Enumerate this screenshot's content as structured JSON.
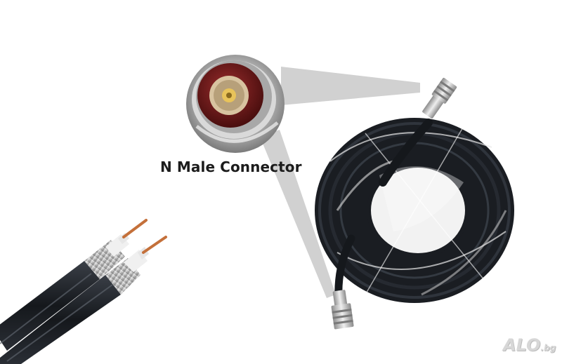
{
  "caption": "N Male Connector",
  "watermark": {
    "brand": "ALO",
    "domain": ".bg"
  },
  "colors": {
    "background": "#ffffff",
    "cable_jacket": "#1a1d22",
    "copper": "#c4703a",
    "braid": "#b8b8b8",
    "connector_metal": "#c9c9c9",
    "insulator_red": "#6b1616",
    "callout": "#cfcfcf"
  }
}
